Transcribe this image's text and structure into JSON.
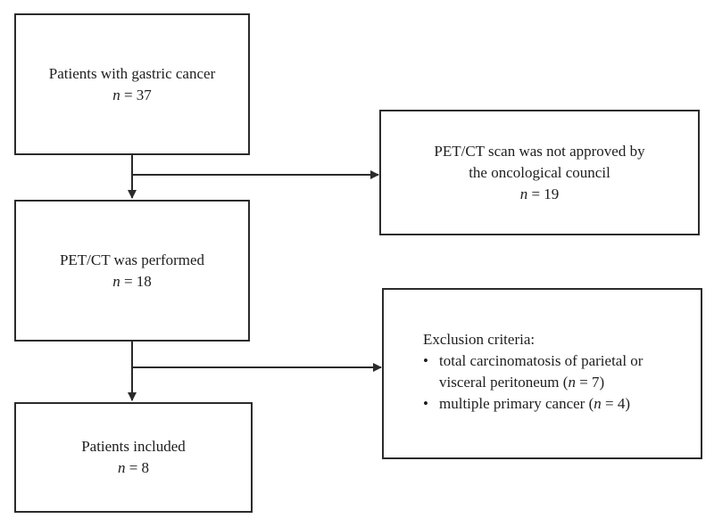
{
  "boxes": {
    "gastric": {
      "label": "Patients with gastric cancer",
      "n_symbol": "n",
      "n_value": "= 37"
    },
    "not_approved": {
      "label_line1": "PET/CT scan was not approved by",
      "label_line2": "the oncological council",
      "n_symbol": "n",
      "n_value": "= 19"
    },
    "performed": {
      "label": "PET/CT was performed",
      "n_symbol": "n",
      "n_value": "= 18"
    },
    "exclusion": {
      "title": "Exclusion criteria:",
      "bullet": "•",
      "item1_line1": "total carcinomatosis of parietal or",
      "item1_line2_pre": "visceral peritoneum (",
      "item1_n": "n",
      "item1_line2_post": " = 7)",
      "item2_pre": "multiple primary cancer (",
      "item2_n": "n",
      "item2_post": " = 4)"
    },
    "included": {
      "label": "Patients included",
      "n_symbol": "n",
      "n_value": "= 8"
    }
  },
  "colors": {
    "line": "#2b2b2b",
    "text": "#1e1e1e",
    "background": "#ffffff"
  }
}
